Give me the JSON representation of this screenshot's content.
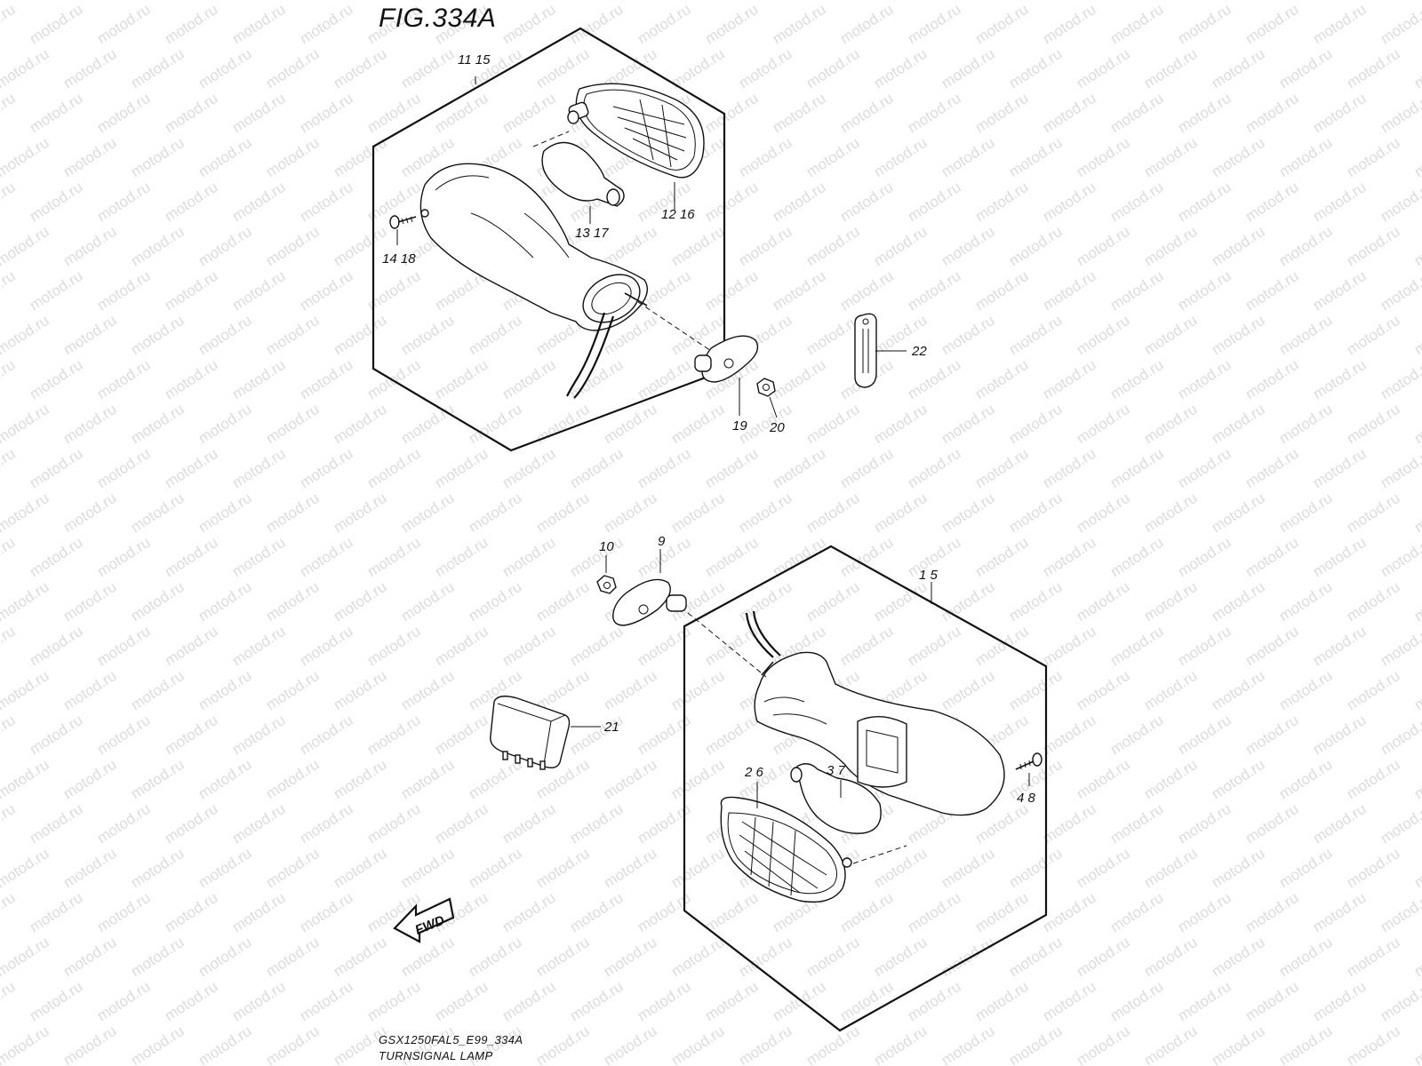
{
  "figure": {
    "title": "FIG.334A",
    "model_code": "GSX1250FAL5_E99_334A",
    "caption": "TURNSIGNAL LAMP",
    "watermark": "motod.ru",
    "fwd_label": "FWD"
  },
  "callouts": {
    "c_11_15": "11 15",
    "c_12_16": "12 16",
    "c_13_17": "13 17",
    "c_14_18": "14 18",
    "c_19": "19",
    "c_20": "20",
    "c_22": "22",
    "c_10": "10",
    "c_9": "9",
    "c_1_5": "1 5",
    "c_21": "21",
    "c_2_6": "2 6",
    "c_3_7": "3 7",
    "c_4_8": "4 8"
  }
}
